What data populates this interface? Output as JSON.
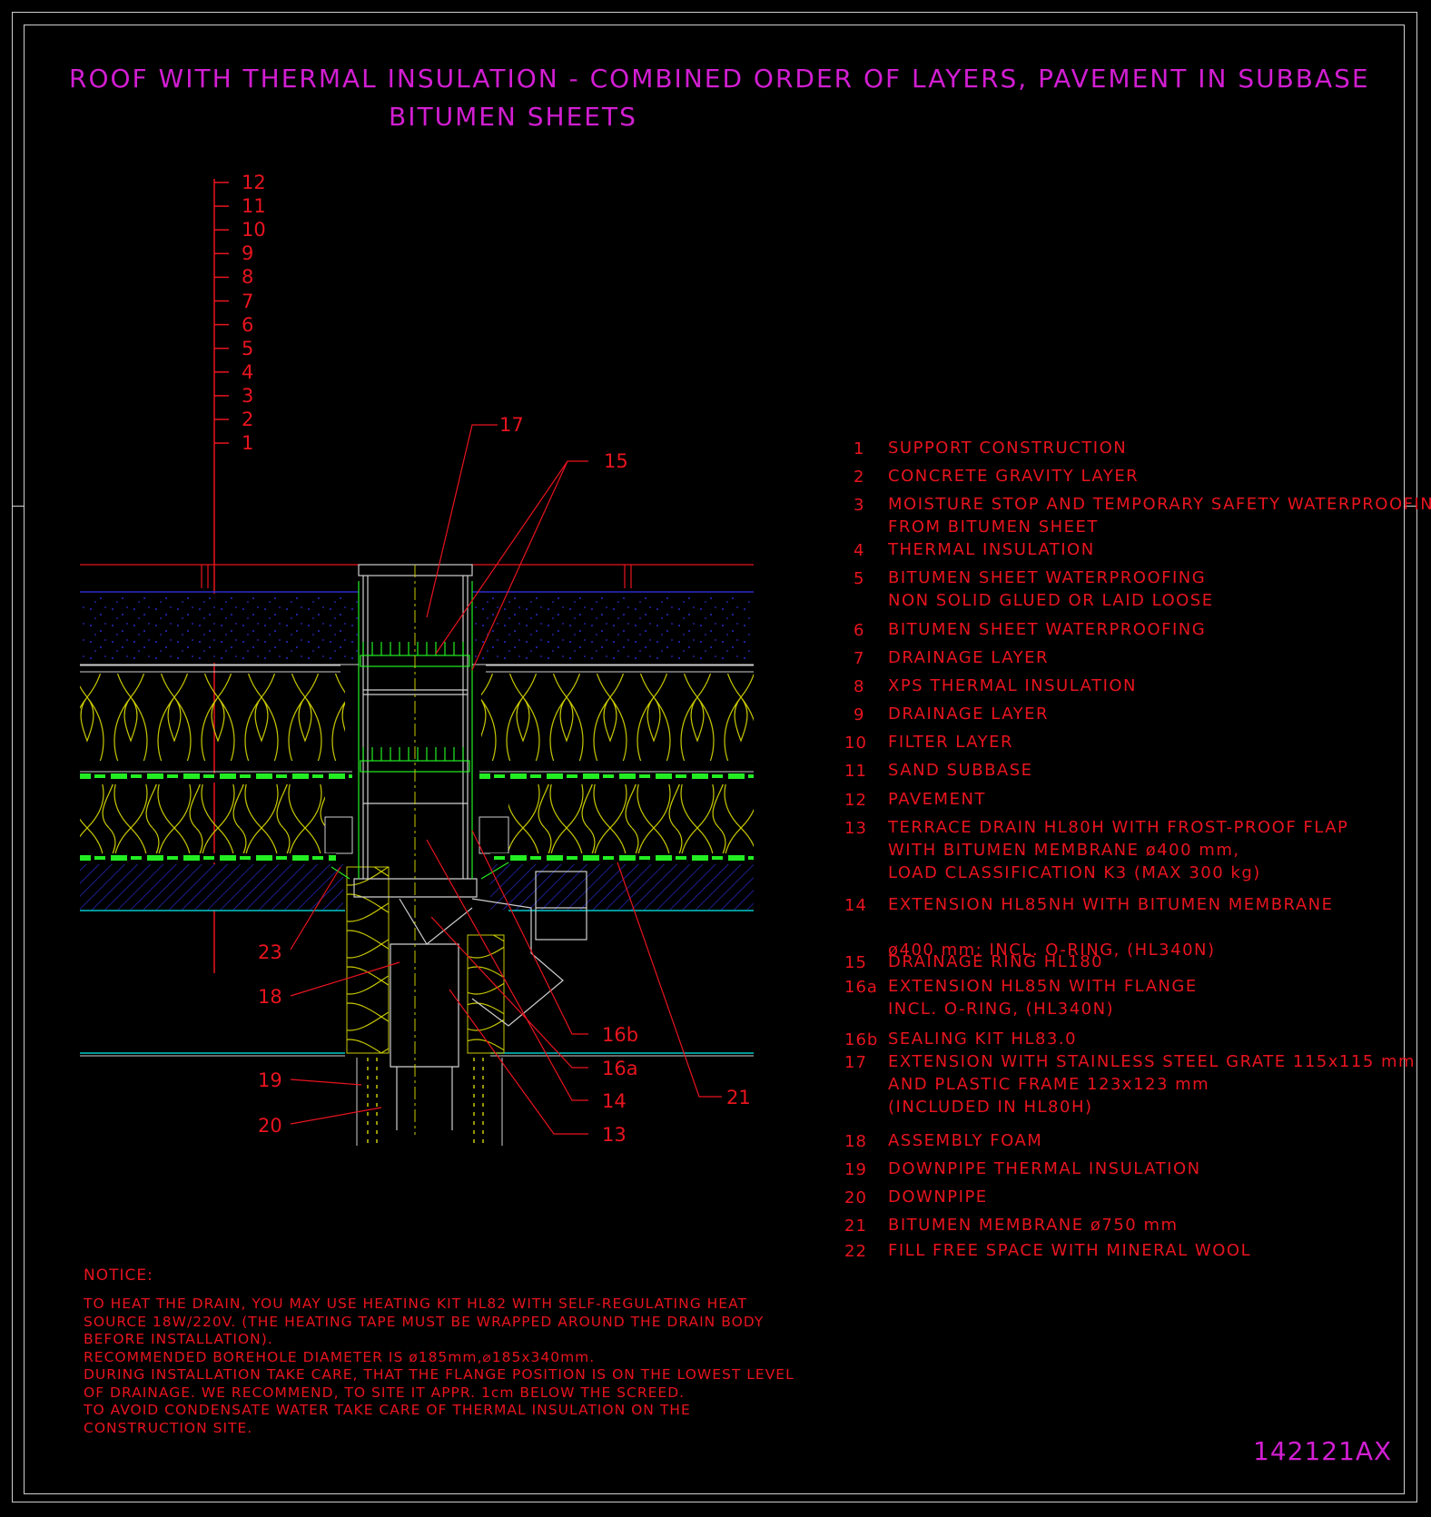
{
  "title": {
    "line1": "ROOF WITH THERMAL INSULATION - COMBINED ORDER OF LAYERS, PAVEMENT IN SUBBASE",
    "line2": "BITUMEN SHEETS"
  },
  "layer_scale": [
    "12",
    "11",
    "10",
    "9",
    "8",
    "7",
    "6",
    "5",
    "4",
    "3",
    "2",
    "1"
  ],
  "callouts": {
    "c17": "17",
    "c15": "15",
    "c23": "23",
    "c18": "18",
    "c19": "19",
    "c20": "20",
    "c16b": "16b",
    "c16a": "16a",
    "c14": "14",
    "c13": "13",
    "c21": "21"
  },
  "legend": [
    {
      "num": "1",
      "text": "SUPPORT CONSTRUCTION"
    },
    {
      "num": "2",
      "text": "CONCRETE GRAVITY LAYER"
    },
    {
      "num": "3",
      "text": "MOISTURE STOP AND TEMPORARY SAFETY WATERPROOFING\nFROM BITUMEN SHEET"
    },
    {
      "num": "4",
      "text": "THERMAL INSULATION"
    },
    {
      "num": "5",
      "text": "BITUMEN SHEET WATERPROOFING\nNON SOLID GLUED OR LAID LOOSE"
    },
    {
      "num": "6",
      "text": "BITUMEN SHEET WATERPROOFING"
    },
    {
      "num": "7",
      "text": "DRAINAGE LAYER"
    },
    {
      "num": "8",
      "text": "XPS THERMAL INSULATION"
    },
    {
      "num": "9",
      "text": "DRAINAGE LAYER"
    },
    {
      "num": "10",
      "text": "FILTER LAYER"
    },
    {
      "num": "11",
      "text": "SAND SUBBASE"
    },
    {
      "num": "12",
      "text": "PAVEMENT"
    },
    {
      "num": "13",
      "text": "TERRACE DRAIN HL80H WITH FROST-PROOF FLAP\nWITH BITUMEN MEMBRANE ø400 mm,\nLOAD CLASSIFICATION K3 (MAX 300 kg)"
    },
    {
      "num": "14",
      "text": "EXTENSION HL85NH WITH BITUMEN MEMBRANE\n\nø400 mm; INCL. O-RING, (HL340N)"
    },
    {
      "num": "15",
      "text": "DRAINAGE RING HL180"
    },
    {
      "num": "16a",
      "text": "EXTENSION HL85N WITH FLANGE\nINCL. O-RING, (HL340N)"
    },
    {
      "num": "16b",
      "text": "SEALING KIT HL83.0"
    },
    {
      "num": "17",
      "text": "EXTENSION WITH STAINLESS STEEL GRATE 115x115 mm\nAND PLASTIC FRAME 123x123 mm\n(INCLUDED IN HL80H)"
    },
    {
      "num": "18",
      "text": "ASSEMBLY FOAM"
    },
    {
      "num": "19",
      "text": "DOWNPIPE THERMAL INSULATION"
    },
    {
      "num": "20",
      "text": "DOWNPIPE"
    },
    {
      "num": "21",
      "text": "BITUMEN MEMBRANE ø750 mm"
    },
    {
      "num": "22",
      "text": "FILL FREE SPACE WITH MINERAL WOOL"
    }
  ],
  "notice": {
    "heading": "NOTICE:",
    "body": "TO HEAT THE DRAIN, YOU MAY USE HEATING KIT HL82 WITH SELF-REGULATING HEAT\nSOURCE 18W/220V. (THE HEATING TAPE MUST BE WRAPPED AROUND THE DRAIN BODY\nBEFORE INSTALLATION).\nRECOMMENDED BOREHOLE DIAMETER IS ø185mm,⌀185x340mm.\nDURING INSTALLATION TAKE CARE, THAT THE FLANGE POSITION IS ON THE LOWEST LEVEL\nOF DRAINAGE. WE RECOMMEND, TO SITE IT APPR. 1cm BELOW THE SCREED.\nTO AVOID CONDENSATE WATER TAKE CARE OF THERMAL INSULATION ON THE\nCONSTRUCTION SITE."
  },
  "drawing_code": "142121AX",
  "colors": {
    "background": "#000000",
    "title": "#d21ed2",
    "annotation": "#e8141e",
    "insulation": "#c8c800",
    "drainage": "#22ee22",
    "concrete_blue": "#2a2acc",
    "cyan": "#00c8c8",
    "frame": "#cfcfcf"
  }
}
